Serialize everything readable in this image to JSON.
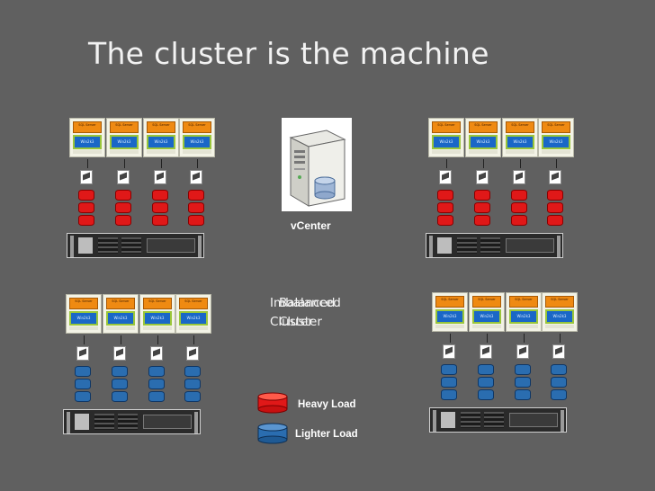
{
  "title": "The cluster is the machine",
  "vcenter": {
    "label": "vCenter"
  },
  "center_labels": [
    {
      "line1": "Imbalanced",
      "line2": "Cluster"
    },
    {
      "line1": "Balanced",
      "line2": "Cluster"
    }
  ],
  "vm": {
    "os_text": "SQL Server",
    "app_text": "Win2k3"
  },
  "clusters": [
    {
      "id": "top-left",
      "load": "heavy"
    },
    {
      "id": "top-right",
      "load": "heavy"
    },
    {
      "id": "bottom-left",
      "load": "light"
    },
    {
      "id": "bottom-right",
      "load": "light"
    }
  ],
  "legend": [
    {
      "label": "Heavy Load",
      "color": "#e01818"
    },
    {
      "label": "Lighter Load",
      "color": "#2a6db0"
    }
  ],
  "colors": {
    "background": "#606060",
    "heavy": "#e01818",
    "light": "#2a6db0",
    "vm_os": "#ef8a12",
    "vm_app": "#1a67c7"
  }
}
